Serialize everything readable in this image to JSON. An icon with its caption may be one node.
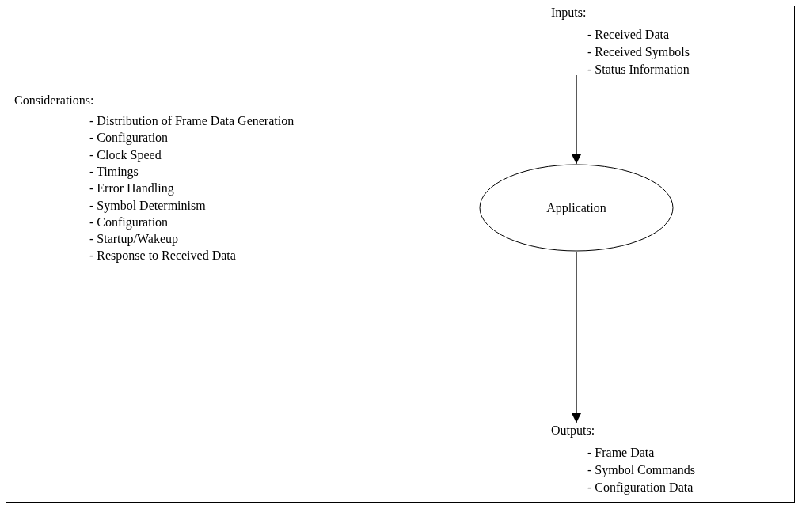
{
  "diagram": {
    "nodes": [
      {
        "text": [
          "Inputs:",
          "- Received Data",
          "- Received Symbols",
          "- Status Information"
        ]
      },
      {
        "text": [
          "Application"
        ]
      },
      {
        "text": [
          "Outputs:",
          "- Frame Data",
          "- Symbol Commands",
          "- Configuration Data"
        ]
      }
    ],
    "edges": [
      {
        "from": 0,
        "to": 1,
        "arrow": "to"
      },
      {
        "from": 1,
        "to": 2,
        "arrow": "to"
      }
    ],
    "labels": [
      "Considerations:",
      "- Distribution of Frame Data Generation",
      "- Configuration",
      "- Clock Speed",
      "- Timings",
      "- Error Handling",
      "- Symbol Determinism",
      "- Configuration",
      "- Startup/Wakeup",
      "- Response to Received Data"
    ]
  }
}
